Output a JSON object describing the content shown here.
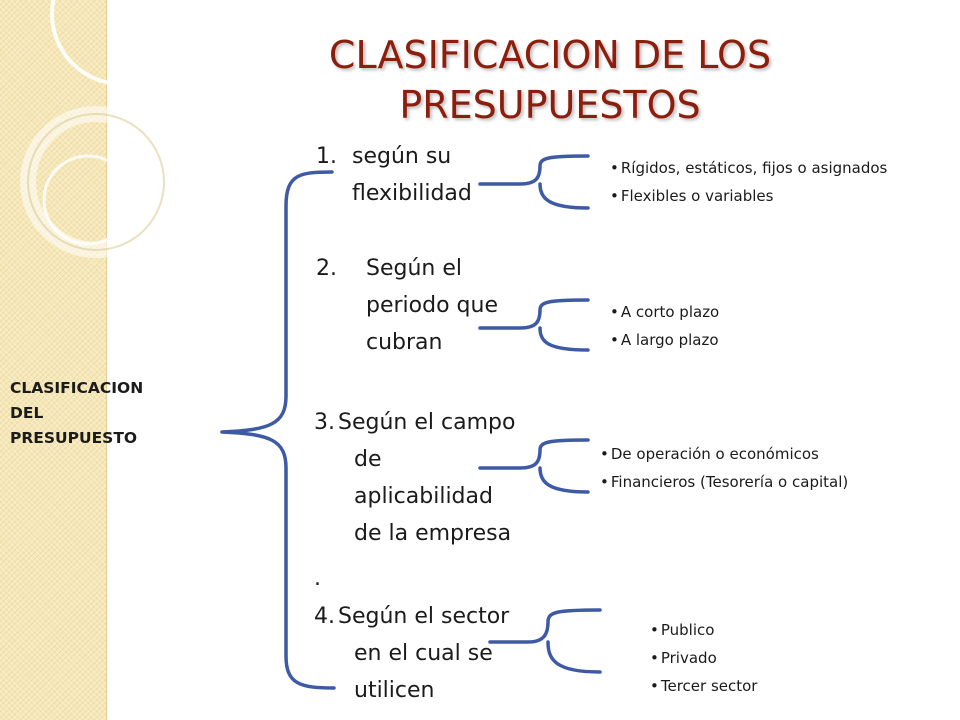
{
  "title": {
    "line1": "CLASIFICACION DE LOS",
    "line2": "PRESUPUESTOS"
  },
  "root": {
    "line1": "CLASIFICACION",
    "line2": "DEL",
    "line3": "PRESUPUESTO"
  },
  "categories": [
    {
      "number": "1.",
      "lines": [
        "según su",
        "flexibilidad"
      ],
      "items": [
        "Rígidos, estáticos, fijos o asignados",
        "Flexibles o variables"
      ]
    },
    {
      "number": "2.",
      "lines": [
        "Según el",
        "periodo que",
        "cubran"
      ],
      "items": [
        "A corto plazo",
        "A largo plazo"
      ]
    },
    {
      "number": "3.",
      "lines": [
        "Según el campo",
        "de",
        "aplicabilidad",
        "de la empresa"
      ],
      "items": [
        "De operación o económicos",
        "Financieros (Tesorería o capital)"
      ]
    },
    {
      "number": "4.",
      "lines": [
        "Según el sector",
        "en el cual se",
        "utilicen"
      ],
      "items": [
        "Publico",
        "Privado",
        "Tercer sector"
      ]
    }
  ],
  "separator": ".",
  "colors": {
    "title": "#8b1e0c",
    "connector": "#3e5aa4",
    "stripe": "#f6e7b6"
  }
}
